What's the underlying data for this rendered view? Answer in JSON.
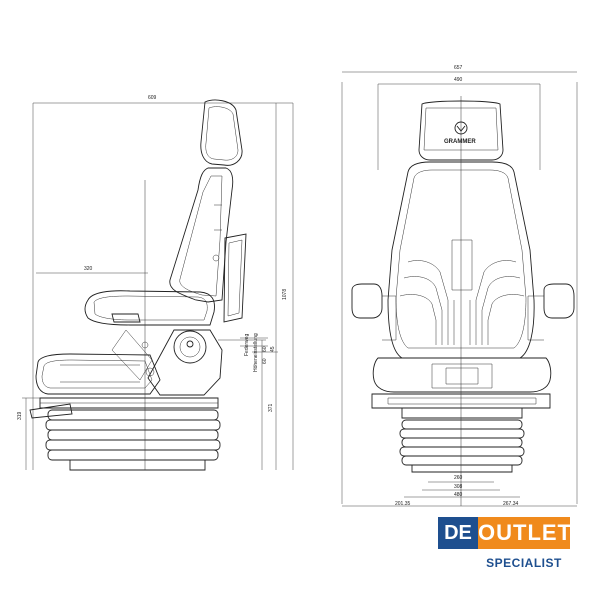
{
  "side_view": {
    "dims": {
      "top_width": "609",
      "seat_depth": "320",
      "overall_height": "1078",
      "base_height": "319",
      "base_height_inner": "371"
    },
    "annotations": {
      "federweg": "Federweg",
      "hoehen": "Höheneinstellung",
      "n60a": "60",
      "n60b": "60",
      "n45": "45"
    }
  },
  "front_view": {
    "dims": {
      "outer_width": "657",
      "inner_width": "490",
      "base_260": "260",
      "base_308": "308",
      "base_480": "480",
      "left_offset": "201.35",
      "right_offset": "267.34"
    },
    "brand_text": "GRAMMER"
  },
  "logo": {
    "de": "DE",
    "outlet": "OUTLET",
    "specialist": "SPECIALIST"
  }
}
